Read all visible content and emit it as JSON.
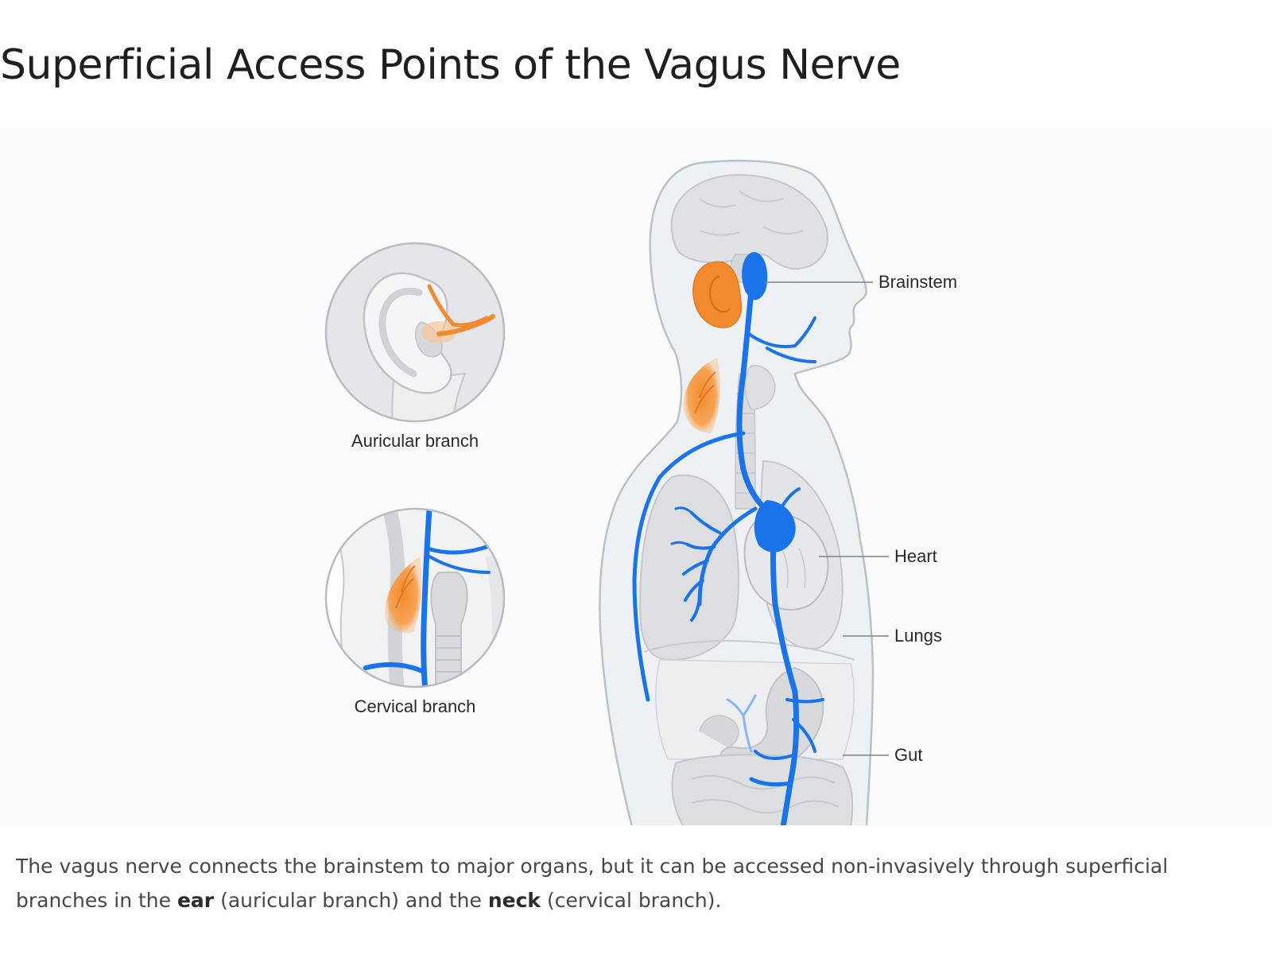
{
  "title": "Superficial Access Points of the Vagus Nerve",
  "diagram": {
    "insets": {
      "auricular_label": "Auricular branch",
      "cervical_label": "Cervical branch"
    },
    "labels": {
      "brainstem": "Brainstem",
      "heart": "Heart",
      "lungs": "Lungs",
      "gut": "Gut"
    },
    "colors": {
      "nerve": "#1a73e8",
      "access_point": "#f28b30",
      "body_fill": "#eef1f4",
      "organ_fill": "#d7d9dc",
      "outline": "#b9bec4"
    }
  },
  "caption": {
    "part1": "The vagus nerve connects the brainstem to major organs, but it can be accessed non-invasively through superficial branches in the ",
    "bold1": "ear",
    "part2": " (auricular branch) and the ",
    "bold2": "neck",
    "part3": " (cervical branch)."
  }
}
